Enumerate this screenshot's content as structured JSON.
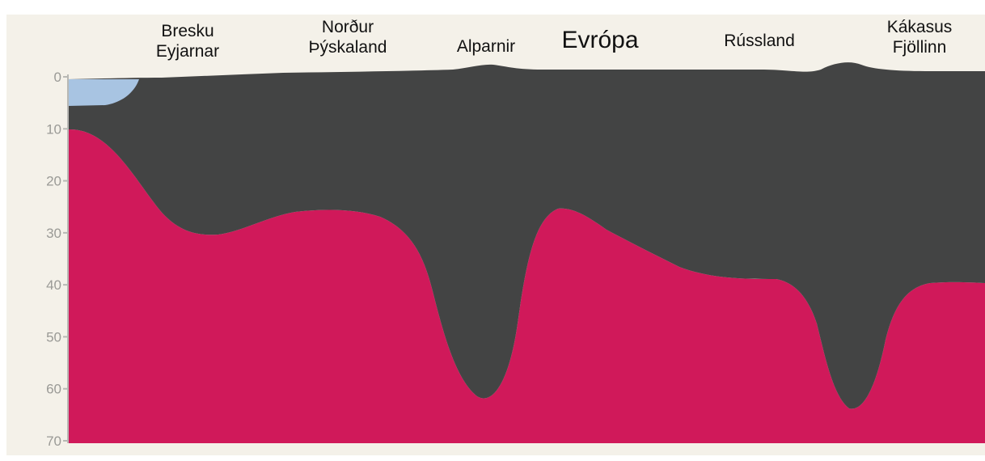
{
  "title": "Evrópa",
  "regions": [
    {
      "id": "bresku-eyjarnar",
      "lines": [
        "Bresku",
        "Eyjarnar"
      ]
    },
    {
      "id": "nordur-thyskaland",
      "lines": [
        "Norður",
        "Þýskaland"
      ]
    },
    {
      "id": "alparnir",
      "lines": [
        "Alparnir"
      ]
    },
    {
      "id": "russland",
      "lines": [
        "Rússland"
      ]
    },
    {
      "id": "kakasus-fjollinn",
      "lines": [
        "Kákasus",
        "Fjöllinn"
      ]
    }
  ],
  "depth_axis": {
    "ticks": [
      "0",
      "10",
      "20",
      "30",
      "40",
      "50",
      "60",
      "70"
    ],
    "min": 0,
    "max": 70
  },
  "colors": {
    "page_background": "#f4f1e9",
    "crust": "#434444",
    "mantle": "#d0195a",
    "sea": "#a8c4e2"
  }
}
